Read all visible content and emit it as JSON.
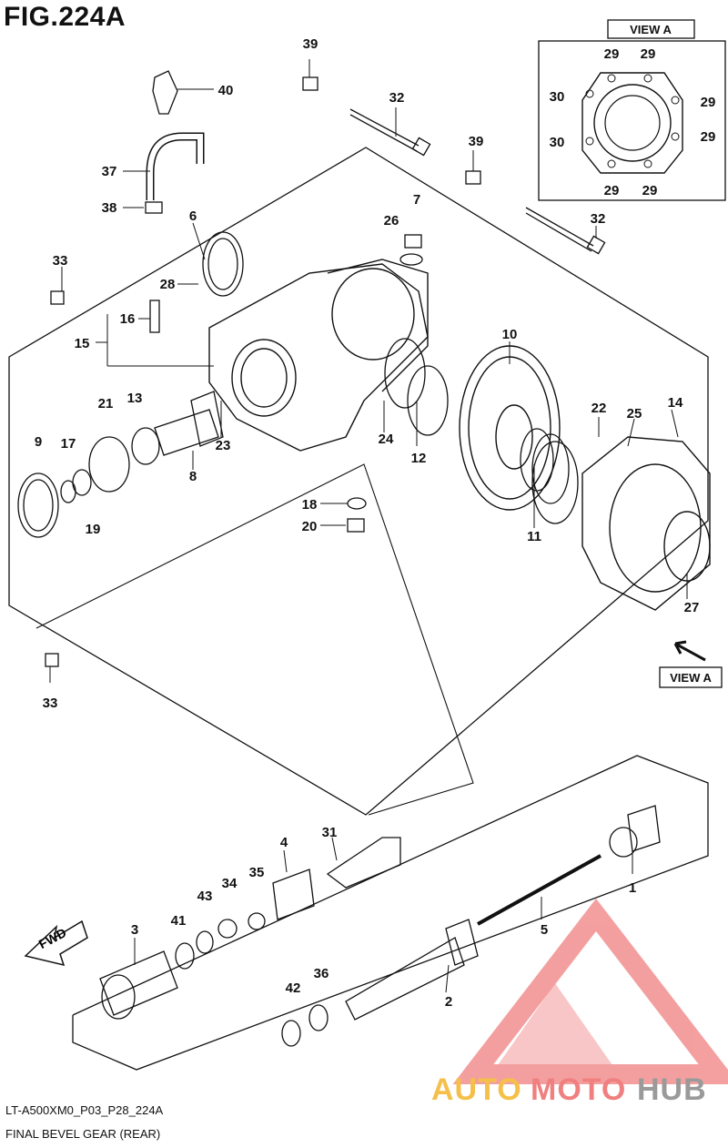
{
  "figure": {
    "title": "FIG.224A",
    "model_code": "LT-A500XM0_P03_P28_224A",
    "name": "FINAL BEVEL GEAR (REAR)"
  },
  "view_a": {
    "title": "VIEW A",
    "labels": [
      "29",
      "29",
      "30",
      "29",
      "30",
      "29",
      "29",
      "29"
    ]
  },
  "view_a_pointer": "VIEW A",
  "fwd_label": "FWD",
  "part_numbers": [
    "1",
    "2",
    "3",
    "4",
    "5",
    "6",
    "7",
    "8",
    "9",
    "10",
    "11",
    "12",
    "13",
    "14",
    "15",
    "16",
    "17",
    "18",
    "19",
    "20",
    "21",
    "22",
    "23",
    "24",
    "25",
    "26",
    "27",
    "28",
    "31",
    "32",
    "32",
    "33",
    "33",
    "34",
    "35",
    "36",
    "37",
    "38",
    "39",
    "39",
    "40",
    "41",
    "42",
    "43"
  ],
  "watermark": {
    "text_auto": "AUTO",
    "text_moto": "MOTO",
    "text_hub": "HUB",
    "colors": {
      "auto": "#f5c04a",
      "moto": "#f08080",
      "hub": "#9a9a9a",
      "logo": "#f08080"
    }
  }
}
